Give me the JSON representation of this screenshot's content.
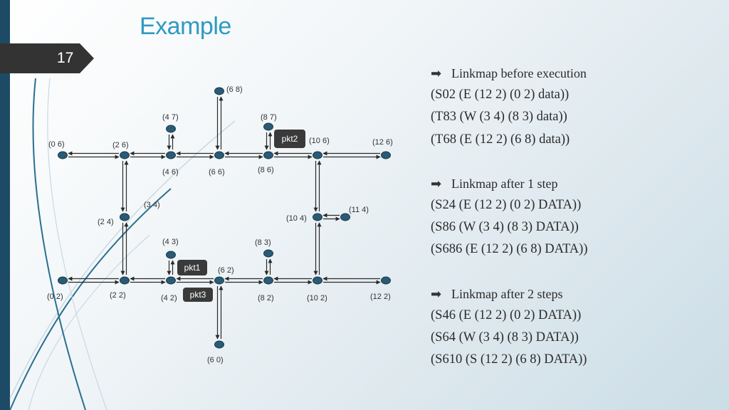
{
  "slide": {
    "title": "Example",
    "page_number": "17"
  },
  "colors": {
    "accent": "#2e9bc0",
    "node": "#2b5a75",
    "edge": "#2a2a2a",
    "bar": "#1d4b66"
  },
  "diagram": {
    "nodes": [
      {
        "label": "(6 8)"
      },
      {
        "label": "(4 7)"
      },
      {
        "label": "(8 7)"
      },
      {
        "label": "(0 6)"
      },
      {
        "label": "(2 6)"
      },
      {
        "label": "(10 6)"
      },
      {
        "label": "(12 6)"
      },
      {
        "label": "(4 6)"
      },
      {
        "label": "(6 6)"
      },
      {
        "label": "(8 6)"
      },
      {
        "label": "(3 4)"
      },
      {
        "label": "(2 4)"
      },
      {
        "label": "(11 4)"
      },
      {
        "label": "(10 4)"
      },
      {
        "label": "(4 3)"
      },
      {
        "label": "(8 3)"
      },
      {
        "label": "(6 2)"
      },
      {
        "label": "(0 2)"
      },
      {
        "label": "(2 2)"
      },
      {
        "label": "(4 2)"
      },
      {
        "label": "(8 2)"
      },
      {
        "label": "(10 2)"
      },
      {
        "label": "(12 2)"
      },
      {
        "label": "(6 0)"
      }
    ],
    "packets": [
      {
        "label": "pkt2"
      },
      {
        "label": "pkt1"
      },
      {
        "label": "pkt3"
      }
    ]
  },
  "linkmap": [
    {
      "heading": "Linkmap before execution",
      "entries": [
        "(S02 (E (12 2) (0 2) data))",
        "(T83 (W (3 4) (8 3) data))",
        "(T68 (E (12 2) (6 8) data))"
      ]
    },
    {
      "heading": "Linkmap after 1 step",
      "entries": [
        "(S24 (E (12 2) (0 2) DATA))",
        "(S86 (W (3 4) (8 3) DATA))",
        "(S686 (E (12 2) (6 8) DATA))"
      ]
    },
    {
      "heading": "Linkmap after 2 steps",
      "entries": [
        "(S46 (E (12 2) (0 2) DATA))",
        "(S64 (W (3 4) (8 3) DATA))",
        "(S610 (S (12 2) (6 8) DATA))"
      ]
    }
  ]
}
